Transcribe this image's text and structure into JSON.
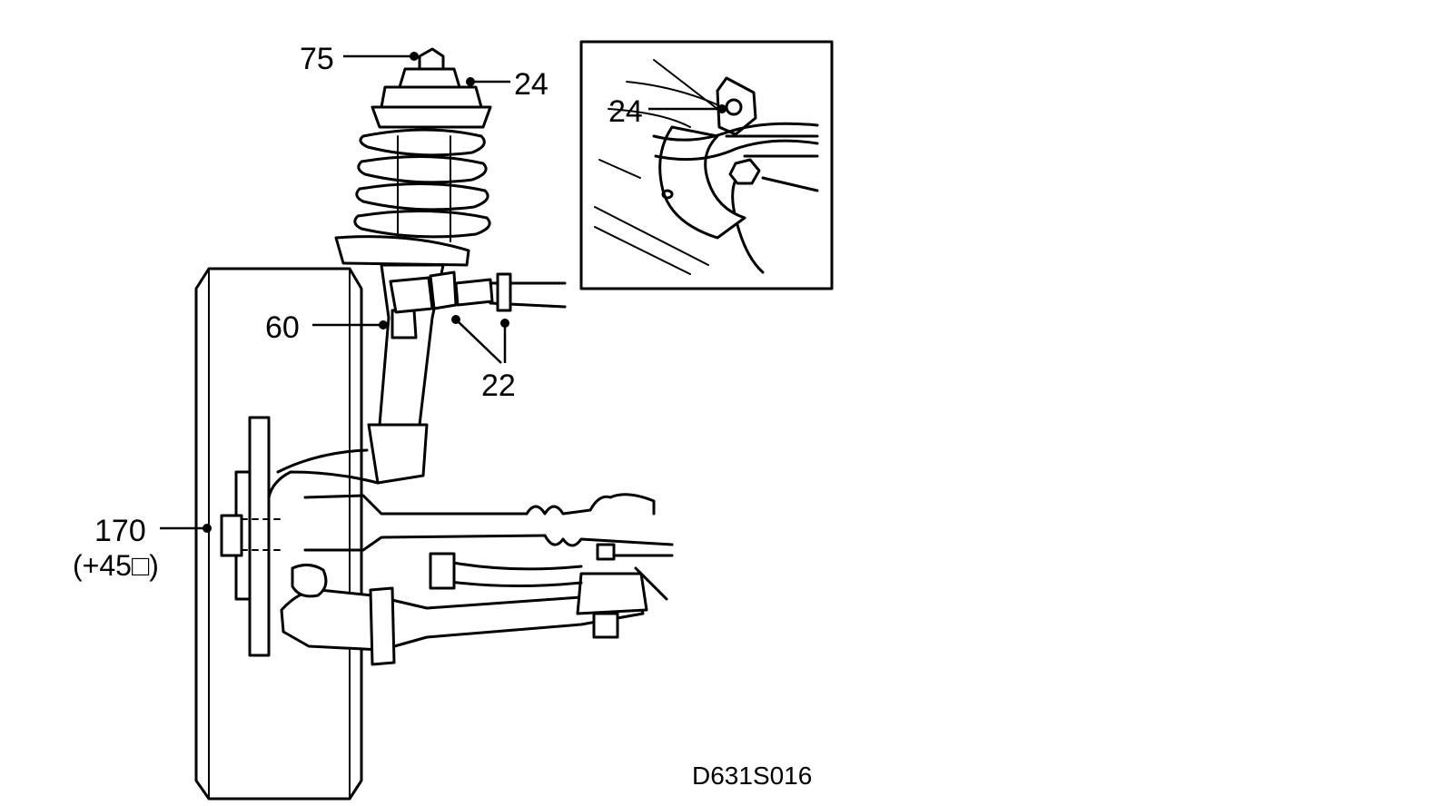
{
  "diagram": {
    "code": "D631S016",
    "callouts": {
      "strut_top_nut": "75",
      "top_mount_bolts": "24",
      "steering_rod_nut": "60",
      "stabilizer_link_nuts": "22",
      "hub_nut": "170",
      "hub_nut_extra": "(+45□)",
      "inset_clamp_bolt": "24"
    }
  }
}
